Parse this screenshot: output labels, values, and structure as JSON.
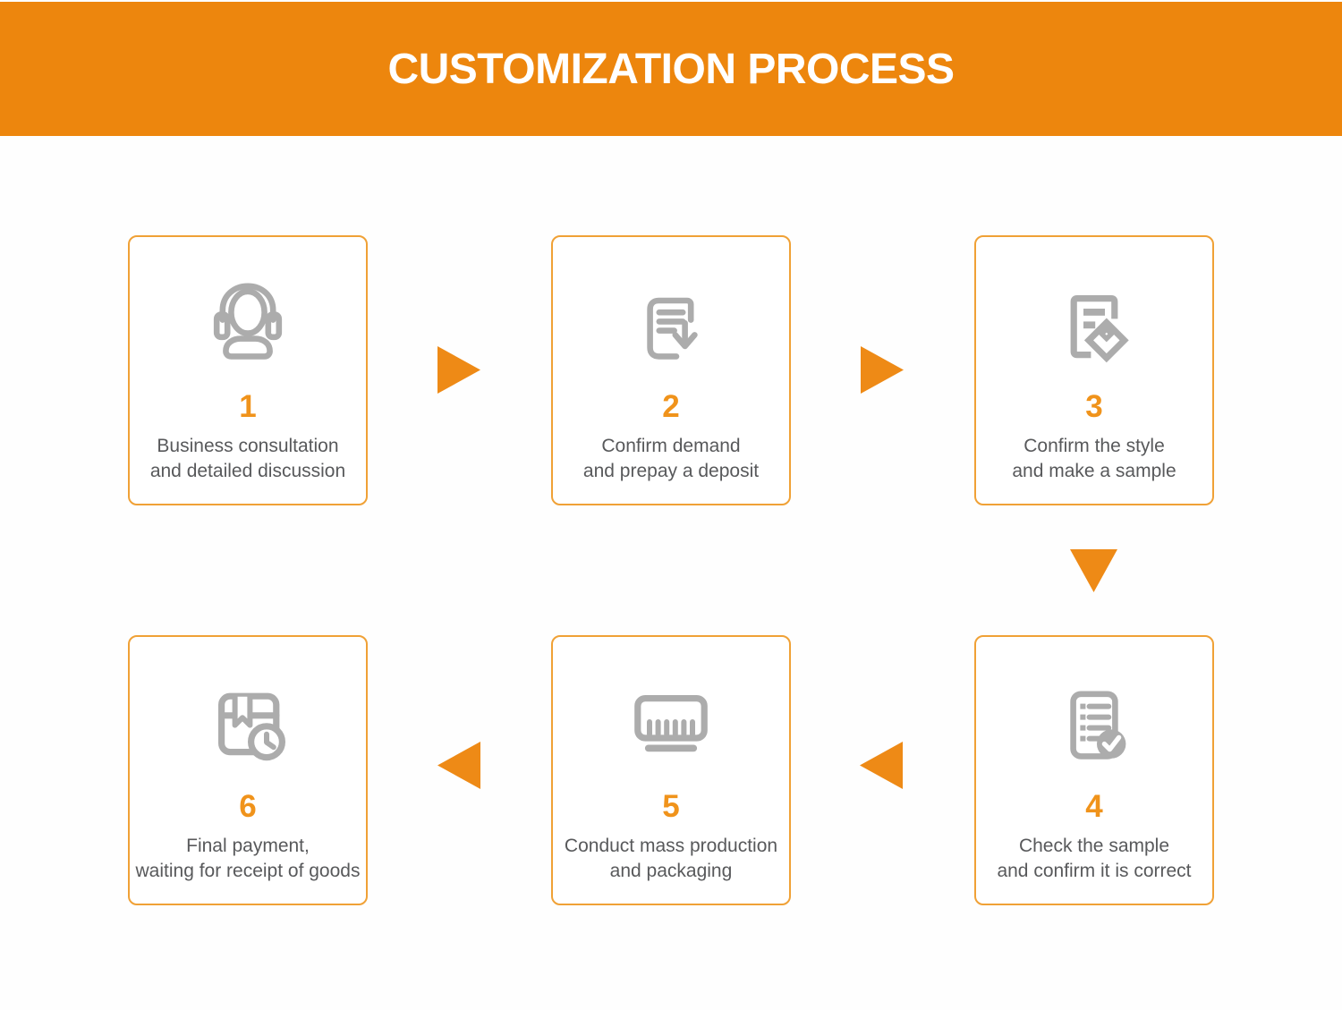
{
  "title": "CUSTOMIZATION PROCESS",
  "colors": {
    "banner_bg": "#ED860D",
    "arrow_fill": "#EE8A16",
    "number_color": "#F0931B",
    "card_border": "#F0A136",
    "icon_gray": "#ACACAC",
    "text_gray": "#58595B",
    "title_color": "#FFFFFF"
  },
  "steps": [
    {
      "number": "1",
      "icon": "headset-icon",
      "line1": "Business consultation",
      "line2": "and detailed discussion"
    },
    {
      "number": "2",
      "icon": "document-download-icon",
      "line1": "Confirm demand",
      "line2": "and prepay a deposit"
    },
    {
      "number": "3",
      "icon": "document-tag-icon",
      "line1": "Confirm the style",
      "line2": "and make a sample"
    },
    {
      "number": "4",
      "icon": "checklist-check-icon",
      "line1": "Check the sample",
      "line2": "and confirm it is correct"
    },
    {
      "number": "5",
      "icon": "production-machine-icon",
      "line1": "Conduct mass production",
      "line2": "and packaging"
    },
    {
      "number": "6",
      "icon": "package-clock-icon",
      "line1": "Final payment,",
      "line2": "waiting for receipt of goods"
    }
  ],
  "arrows": [
    {
      "from": "1",
      "to": "2",
      "direction": "right"
    },
    {
      "from": "2",
      "to": "3",
      "direction": "right"
    },
    {
      "from": "3",
      "to": "4",
      "direction": "down"
    },
    {
      "from": "4",
      "to": "5",
      "direction": "left"
    },
    {
      "from": "5",
      "to": "6",
      "direction": "left"
    }
  ]
}
